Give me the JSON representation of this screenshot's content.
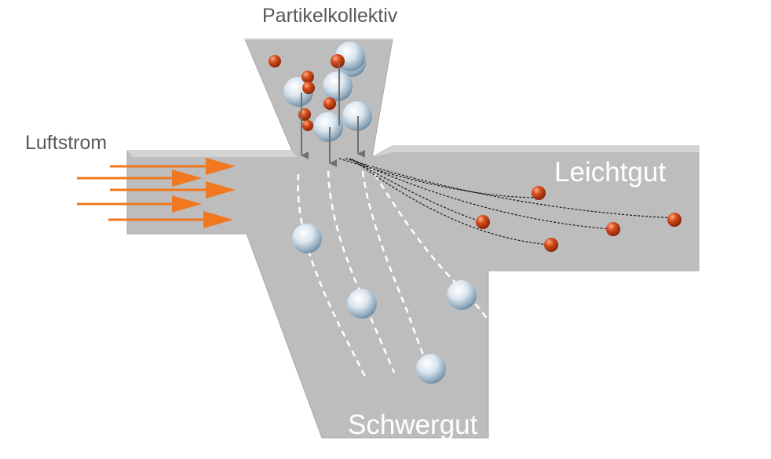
{
  "labels": {
    "particle_collective": "Partikelkollektiv",
    "air_flow": "Luftstrom",
    "light_fraction": "Leichtgut",
    "heavy_fraction": "Schwergut"
  },
  "colors": {
    "channel_fill": "#bdbdbd",
    "channel_edge": "#a6a6a6",
    "arrow_orange": "#f07820",
    "small_particle": "#c8401a",
    "large_particle": "#c9d9e6",
    "label_gray": "#595959"
  }
}
